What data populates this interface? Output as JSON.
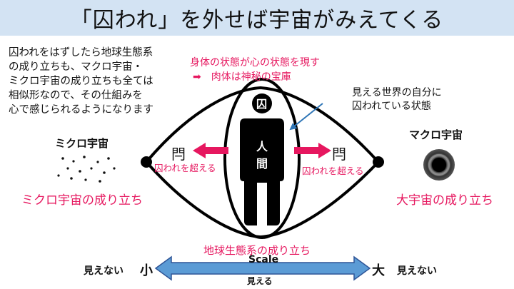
{
  "title": "「囚われ」を外せば宇宙がみえてくる",
  "left_note_lines": [
    "囚われをはずしたら地球生態系",
    "の成り立ちも、マクロ宇宙・",
    "ミクロ宇宙の成り立ちも全ては",
    "相似形なので、その仕組みを",
    "心で感じられるようになります"
  ],
  "top_center_lines": [
    "身体の状態が心の状態を現す",
    "➡　肉体は神秘の宝庫"
  ],
  "right_note_lines": [
    "見える世界の自分に",
    "囚われている状態"
  ],
  "micro_label": "ミクロ宇宙",
  "macro_label": "マクロ宇宙",
  "micro_origin": "ミクロ宇宙の成り立ち",
  "macro_origin": "大宇宙の成り立ち",
  "head_char": "囚",
  "body_chars": [
    "人",
    "間"
  ],
  "gate_char": "閂",
  "beyond_left": "囚われを超える",
  "beyond_right": "囚われを超える",
  "earth_label": "地球生態系の成り立ち",
  "scale": {
    "label": "Scale",
    "visible": "見える",
    "small": "小",
    "large": "大",
    "invisible_left": "見えない",
    "invisible_right": "見えない"
  },
  "colors": {
    "accent": "#e6175f",
    "title_bg": "#d3e3f3",
    "arrow_blue": "#4472c4",
    "arrow_fill": "#5b9bd5"
  }
}
